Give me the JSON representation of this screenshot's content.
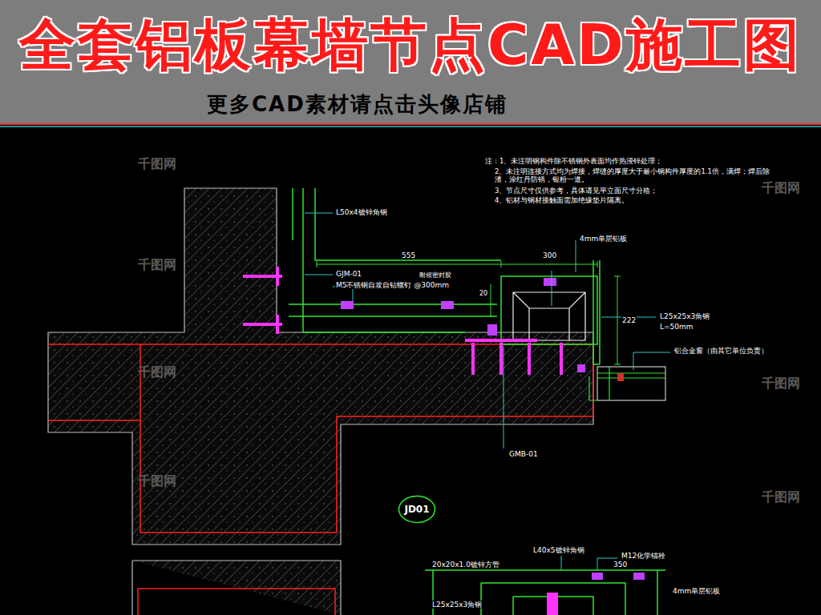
{
  "diagram": {
    "title": "全套铝板幕墙节点CAD施工图",
    "nodes": [
      {
        "text": [
          "JD01"
        ]
      }
    ],
    "labels": [
      "更多CAD素材请点击头像店铺",
      "注：1、未注明钢构件除不锈钢外表面均作热浸锌处理；",
      "2、未注明连接方式均为焊接，焊缝的厚度大于最小钢构件厚度的1.1倍，满焊；焊后除渣，涂红丹防锈，银粉一道。",
      "3、节点尺寸仅供参考，具体请见平立面尺寸分格；",
      "4、铝材与钢材接触面需加绝缘垫片隔离。",
      "L50x4镀锌角钢",
      "555",
      "300",
      "4mm单层铝板",
      "GJM-01",
      "M5不锈钢自攻自钻螺钉 @300mm",
      "耐候密封胶",
      "20",
      "222",
      "L25x25x3角钢",
      "L=50mm",
      "铝合金窗（由其它单位负责）",
      "GMB-01",
      "L40x5镀锌角钢",
      "M12化学锚栓",
      "350",
      "20x20x1.0镀锌方管",
      "4mm单层铝板",
      "L25x25x3角钢",
      "千图网",
      "千图网",
      "千图网",
      "千图网",
      "千图网",
      "千图网",
      "千图网"
    ]
  }
}
